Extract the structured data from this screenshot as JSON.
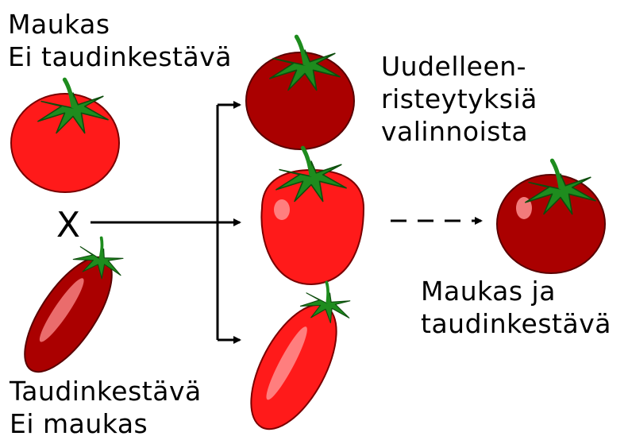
{
  "labels": {
    "parent1": [
      "Maukas",
      "Ei taudinkestävä"
    ],
    "parent2": [
      "Taudinkestävä",
      "Ei maukas"
    ],
    "backcross": [
      "Uudelleen-",
      "risteytyksiä",
      "valinnoista"
    ],
    "result": [
      "Maukas ja",
      "taudinkestävä"
    ]
  },
  "cross_symbol": "X",
  "colors": {
    "bright_red": "#ff1a1a",
    "dark_red": "#aa0000",
    "leaf_green": "#1e8c1e",
    "highlight": "#ff9090",
    "line": "#000000"
  },
  "icons": {
    "tomato_round_bright": "tomato-icon",
    "tomato_round_dark": "tomato-icon",
    "tomato_elongated": "plum-tomato-icon",
    "arrow": "arrow-right-icon"
  }
}
